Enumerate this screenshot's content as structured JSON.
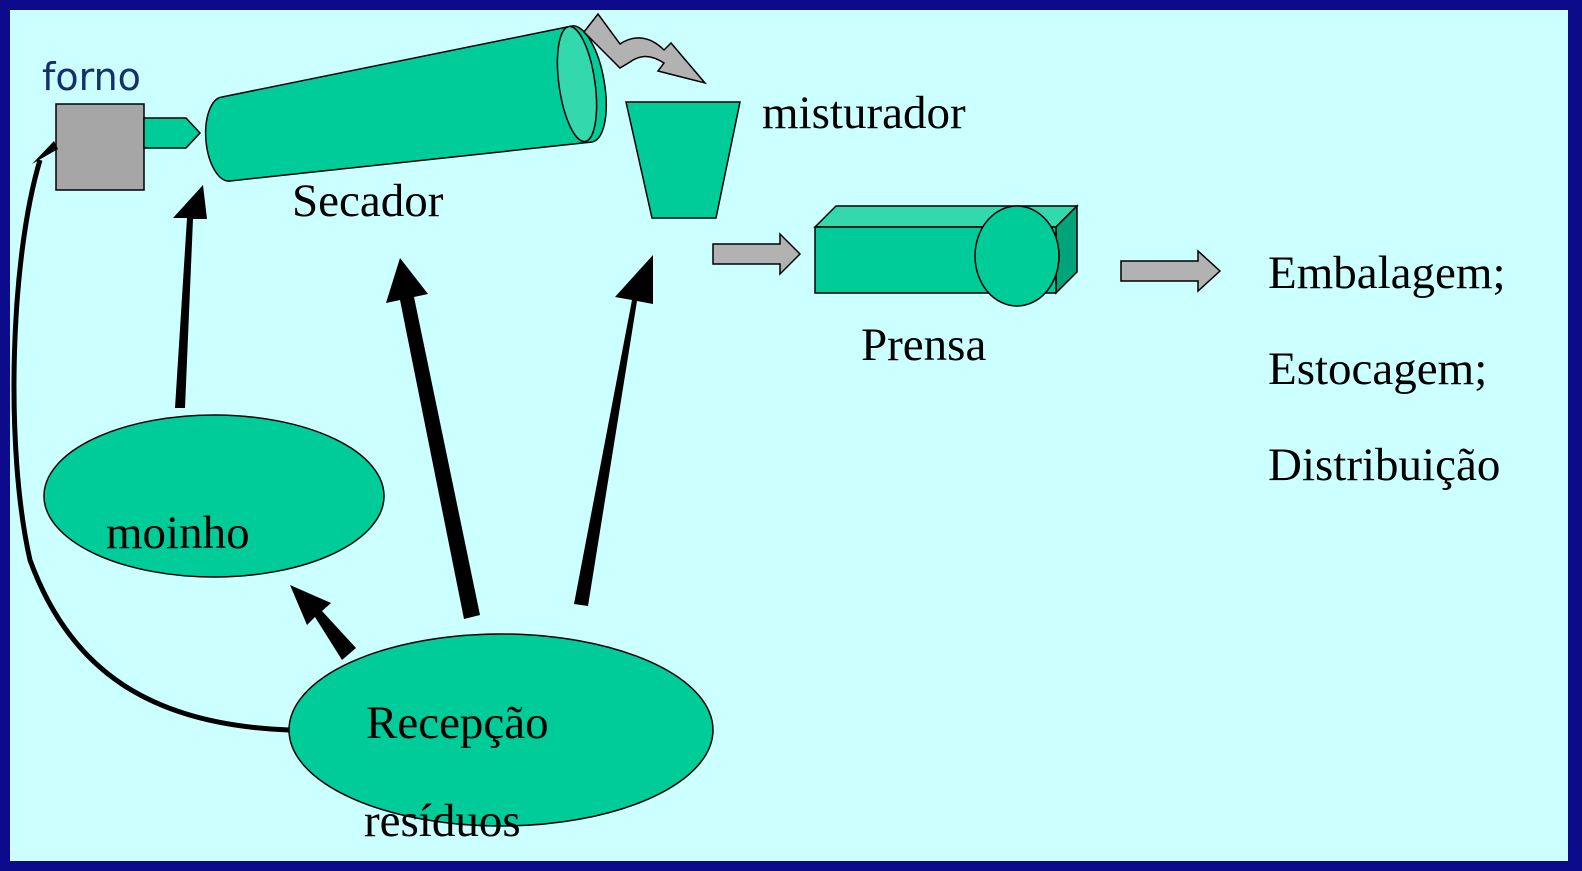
{
  "labels": {
    "forno": "forno",
    "secador": "Secador",
    "misturador": "misturador",
    "prensa": "Prensa",
    "moinho": "moinho",
    "recepcao": "Recepção",
    "residuos": "resíduos"
  },
  "outputs": [
    "Embalagem;",
    "Estocagem;",
    "Distribuição"
  ],
  "colors": {
    "frame": "#0b0b8c",
    "background": "#ccffff",
    "equipment": "#00cc99",
    "furnace": "#a6a6a6",
    "flow_arrow": "#b2b2b2",
    "forno_text": "#12306e"
  }
}
